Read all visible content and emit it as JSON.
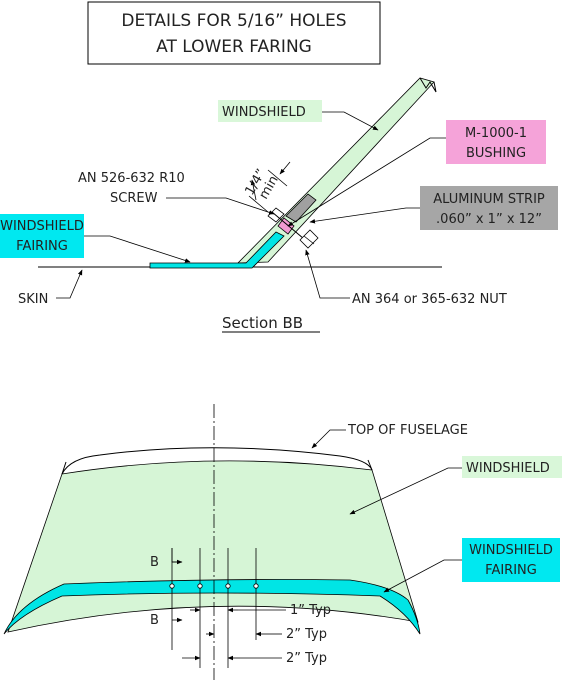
{
  "title": {
    "line1": "DETAILS FOR 5/16” HOLES",
    "line2": "AT LOWER FARING"
  },
  "section_view": {
    "windshield": "WINDSHIELD",
    "bushing": {
      "line1": "M-1000-1",
      "line2": "BUSHING"
    },
    "screw": {
      "line1": "AN 526-632 R10",
      "line2": "SCREW"
    },
    "fairing": {
      "line1": "WINDSHIELD",
      "line2": "FAIRING"
    },
    "strip": {
      "line1": "ALUMINUM STRIP",
      "line2": ".060” x 1” x 12”"
    },
    "skin": "SKIN",
    "nut": "AN 364 or 365-632 NUT",
    "min_dim": {
      "value": "1/4”",
      "note": "min"
    },
    "caption": "Section BB"
  },
  "front_view": {
    "top_of_fuselage": "TOP OF FUSELAGE",
    "windshield": "WINDSHIELD",
    "fairing": {
      "line1": "WINDSHIELD",
      "line2": "FAIRING"
    },
    "section_mark_top": "B",
    "section_mark_bottom": "B",
    "dim1": "1” Typ",
    "dim2": "2” Typ",
    "dim3": "2” Typ"
  },
  "colors": {
    "windshield": "#d6f5d6",
    "fairing": "#00e5e5",
    "bushing": "#f29ad2",
    "strip": "#a0a0a0",
    "windshield_label_bg": "#d9f7d9",
    "fairing_label_bg": "#00e8f0",
    "bushing_label_bg": "#f5a3d9",
    "strip_label_bg": "#a6a6a6"
  }
}
